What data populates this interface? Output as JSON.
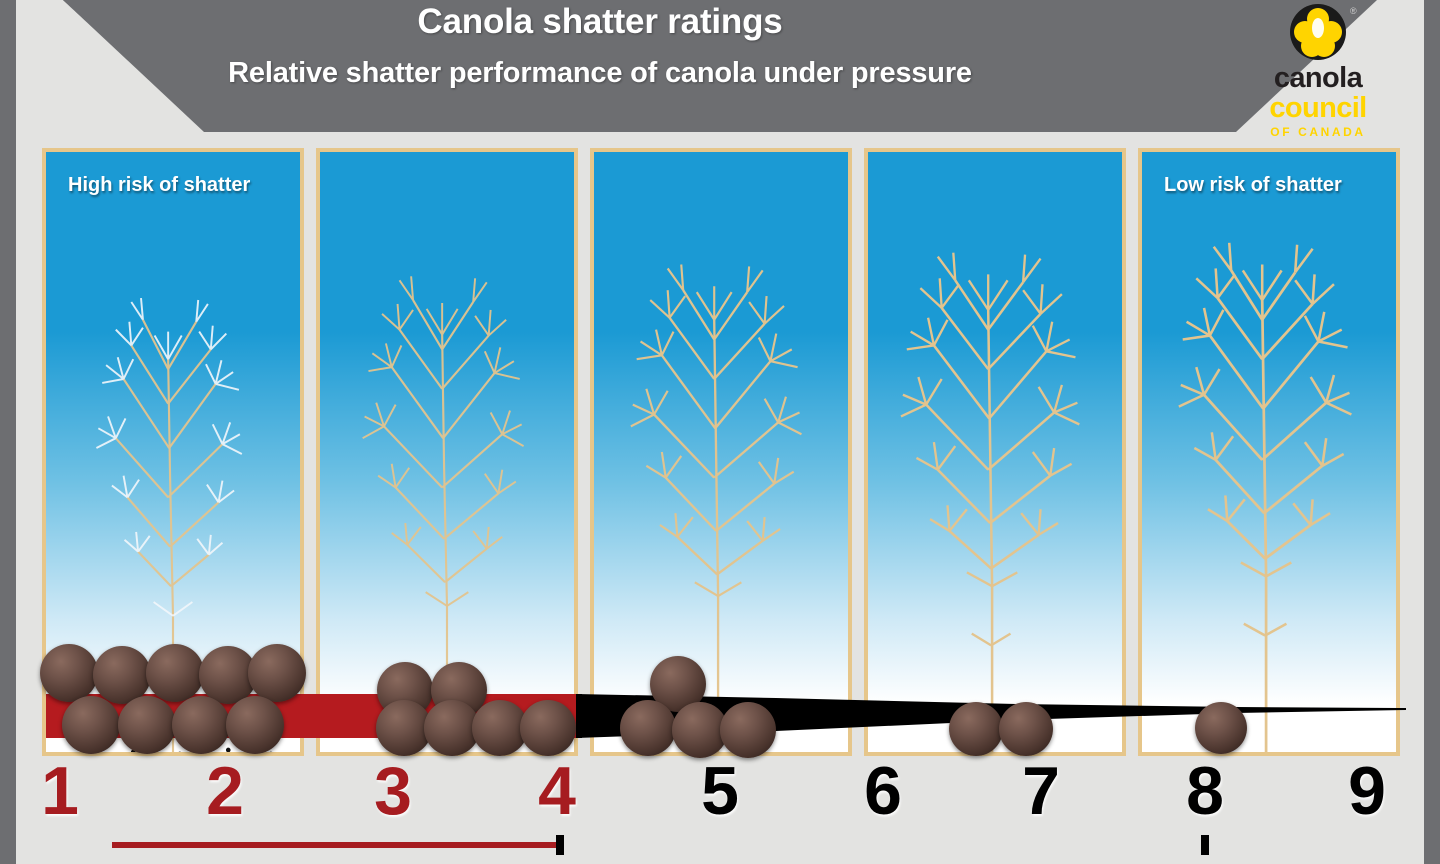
{
  "header": {
    "title": "Canola shatter ratings",
    "subtitle": "Relative shatter performance of canola under pressure",
    "background_color": "#6d6e71",
    "text_color": "#ffffff"
  },
  "logo": {
    "mark": "canola-flower-icon",
    "registered_mark": "®",
    "line1": "canola",
    "line2": "council",
    "line3": "OF CANADA",
    "line1_color": "#231f20",
    "line2_color": "#ffd400",
    "line3_color": "#ffd400",
    "mark_color": "#1a1a1a",
    "petal_color": "#ffd400"
  },
  "panels": [
    {
      "id": "panel-1",
      "label": "High risk of shatter",
      "label_align": "left",
      "ratings": [
        "1",
        "2"
      ],
      "seeds_top_row": 5,
      "seeds_bottom_row": 4,
      "litter_density": "very-high",
      "plant_pods_remaining": "few"
    },
    {
      "id": "panel-2",
      "label": "",
      "label_align": "left",
      "ratings": [
        "3",
        "4"
      ],
      "seeds_top_row": 2,
      "seeds_bottom_row": 4,
      "litter_density": "high",
      "plant_pods_remaining": "some"
    },
    {
      "id": "panel-3",
      "label": "",
      "label_align": "left",
      "ratings": [
        "5"
      ],
      "seeds_top_row": 1,
      "seeds_bottom_row": 3,
      "litter_density": "medium",
      "plant_pods_remaining": "moderate"
    },
    {
      "id": "panel-4",
      "label": "",
      "label_align": "left",
      "ratings": [
        "6",
        "7"
      ],
      "seeds_top_row": 0,
      "seeds_bottom_row": 2,
      "litter_density": "low",
      "plant_pods_remaining": "most"
    },
    {
      "id": "panel-5",
      "label": "Low risk of shatter",
      "label_align": "left",
      "ratings": [
        "8",
        "9"
      ],
      "seeds_top_row": 0,
      "seeds_bottom_row": 1,
      "litter_density": "very-low",
      "plant_pods_remaining": "nearly-all"
    }
  ],
  "scale": {
    "numbers": [
      {
        "value": "1",
        "color": "red"
      },
      {
        "value": "2",
        "color": "red"
      },
      {
        "value": "3",
        "color": "red"
      },
      {
        "value": "4",
        "color": "red"
      },
      {
        "value": "5",
        "color": "black"
      },
      {
        "value": "6",
        "color": "black"
      },
      {
        "value": "7",
        "color": "black"
      },
      {
        "value": "8",
        "color": "black"
      },
      {
        "value": "9",
        "color": "black"
      }
    ],
    "red_color": "#a61c20",
    "black_color": "#000000",
    "red_range_from": "1",
    "red_range_to": "4",
    "tick_under": [
      "4",
      "8"
    ]
  },
  "bar": {
    "red_color": "#b51b1f",
    "black_color": "#000000",
    "description": "tapering shatter-pressure bar, thick red at rating 1 narrowing to a thin black line at rating 9"
  },
  "colors": {
    "panel_sky": "#1b9ad4",
    "panel_border": "#e6c68a",
    "body_background": "#e3e3e1",
    "header_background": "#6d6e71",
    "plant_color": "#e3c48e",
    "seed_color": "#5b4139"
  }
}
